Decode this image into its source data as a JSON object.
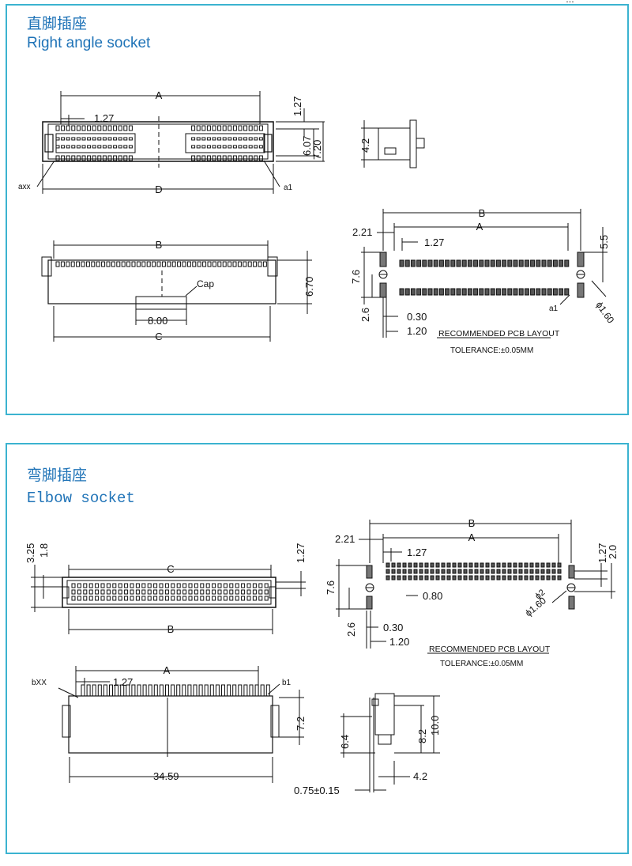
{
  "corner_mark": "…",
  "section1": {
    "title_cn": "直脚插座",
    "title_en": "Right angle socket",
    "dims": {
      "A": "A",
      "D": "D",
      "B": "B",
      "C": "C",
      "p127": "1.27",
      "top127": "1.27",
      "h607": "6.07",
      "h720": "7.20",
      "h42": "4.2",
      "axx": "axx",
      "a1": "a1",
      "cap": "Cap",
      "w800": "8.00",
      "h670": "6.70",
      "pcbB": "B",
      "pcbA": "A",
      "p221": "2.21",
      "pcb127": "1.27",
      "h55": "5.5",
      "h76": "7.6",
      "h26": "2.6",
      "p030": "0.30",
      "p120": "1.20",
      "pcba1": "a1",
      "phi160": "ϕ1.60"
    },
    "pcb_title": "RECOMMENDED PCB LAYOUT",
    "tolerance": "TOLERANCE:±0.05MM"
  },
  "section2": {
    "title_cn": "弯脚插座",
    "title_en": "Elbow socket",
    "dims": {
      "h325": "3.25",
      "h18": "1.8",
      "C": "C",
      "B": "B",
      "r127": "1.27",
      "pcbB": "B",
      "pcbA": "A",
      "p221": "2.21",
      "pcb127": "1.27",
      "h127r": "1.27",
      "h20": "2.0",
      "h76": "7.6",
      "p080": "0.80",
      "phi2": "ϕ2",
      "phi160": "ϕ1.60",
      "h26": "2.6",
      "p030": "0.30",
      "p120": "1.20",
      "bxx": "bXX",
      "b1": "b1",
      "A": "A",
      "p127": "1.27",
      "h72": "7.2",
      "w3459": "34.59",
      "h64": "6.4",
      "h82": "8.2",
      "h100": "10.0",
      "w42": "4.2",
      "t075": "0.75±0.15"
    },
    "pcb_title": "RECOMMENDED PCB LAYOUT",
    "tolerance": "TOLERANCE:±0.05MM"
  }
}
